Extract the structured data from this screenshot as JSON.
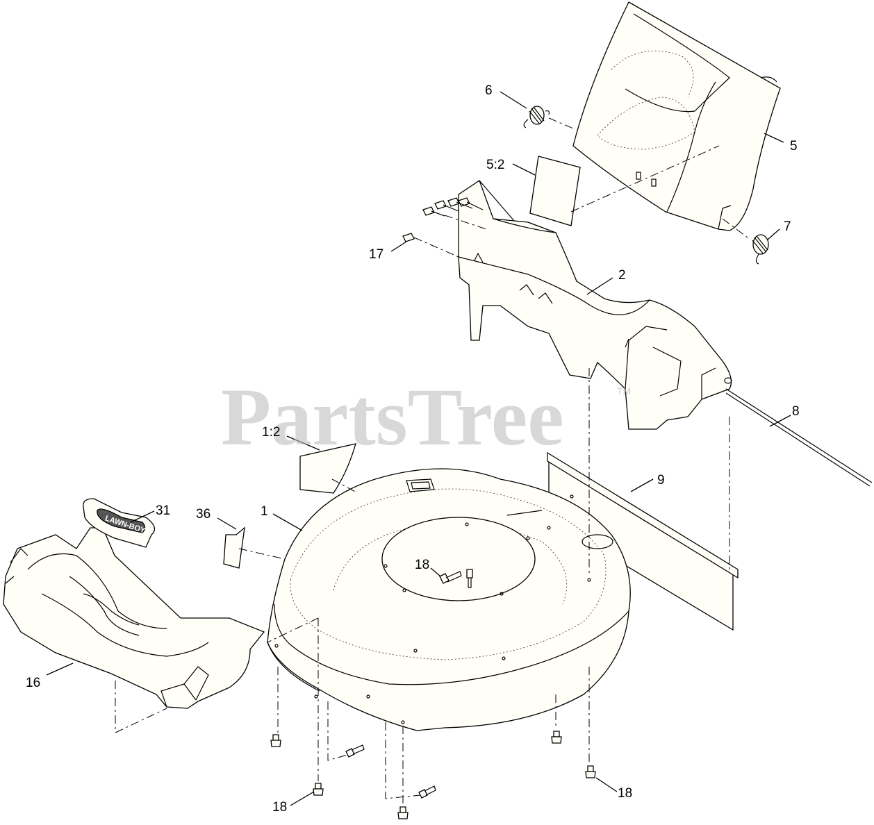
{
  "watermark": {
    "text": "PartsTree",
    "mark": "TM"
  },
  "labels": {
    "l6": "6",
    "l5": "5",
    "l5_2": "5:2",
    "l7": "7",
    "l17": "17",
    "l2": "2",
    "l8": "8",
    "l1_2": "1:2",
    "l9": "9",
    "l31": "31",
    "l36": "36",
    "l1": "1",
    "l18_center": "18",
    "l16": "16",
    "l18_bottom_left": "18",
    "l18_bottom_right": "18"
  },
  "decal_text": "LAWN-BOY",
  "colors": {
    "line": "#000000",
    "part_fill": "#fffef7",
    "watermark": "#b9b9b9"
  }
}
